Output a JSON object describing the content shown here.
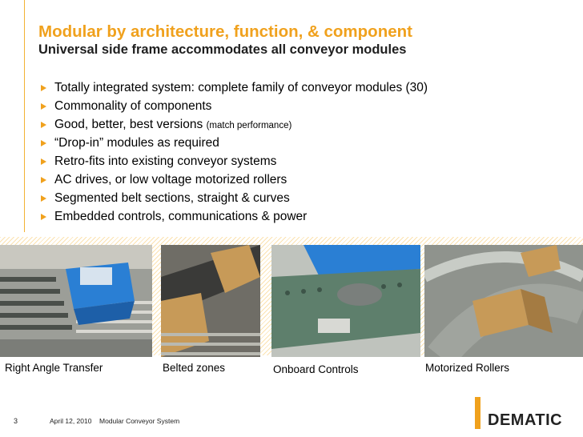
{
  "header": {
    "title": "Modular by architecture, function, & component",
    "subtitle": "Universal side frame accommodates all conveyor modules"
  },
  "bullets": [
    {
      "text": "Totally integrated system: complete family of conveyor modules (30)"
    },
    {
      "text": "Commonality of components"
    },
    {
      "text": "Good, better, best versions ",
      "small": "(match performance)"
    },
    {
      "text": "“Drop-in” modules as required"
    },
    {
      "text": "Retro-fits into existing conveyor systems"
    },
    {
      "text": "AC drives, or low voltage motorized rollers"
    },
    {
      "text": "Segmented belt sections, straight & curves"
    },
    {
      "text": "Embedded controls, communications & power"
    }
  ],
  "photos": [
    {
      "caption": "Right Angle Transfer"
    },
    {
      "caption": "Belted zones"
    },
    {
      "caption": "Onboard Controls"
    },
    {
      "caption": "Motorized Rollers"
    }
  ],
  "footer": {
    "slide_number": "3",
    "date": "April 12, 2010",
    "doc_title": "Modular Conveyor System",
    "logo": "DEMATIC"
  },
  "colors": {
    "accent": "#f0a11d",
    "box_blue": "#2a7fd4",
    "frame_green": "#5e7f6c",
    "cardboard": "#c79a58"
  }
}
